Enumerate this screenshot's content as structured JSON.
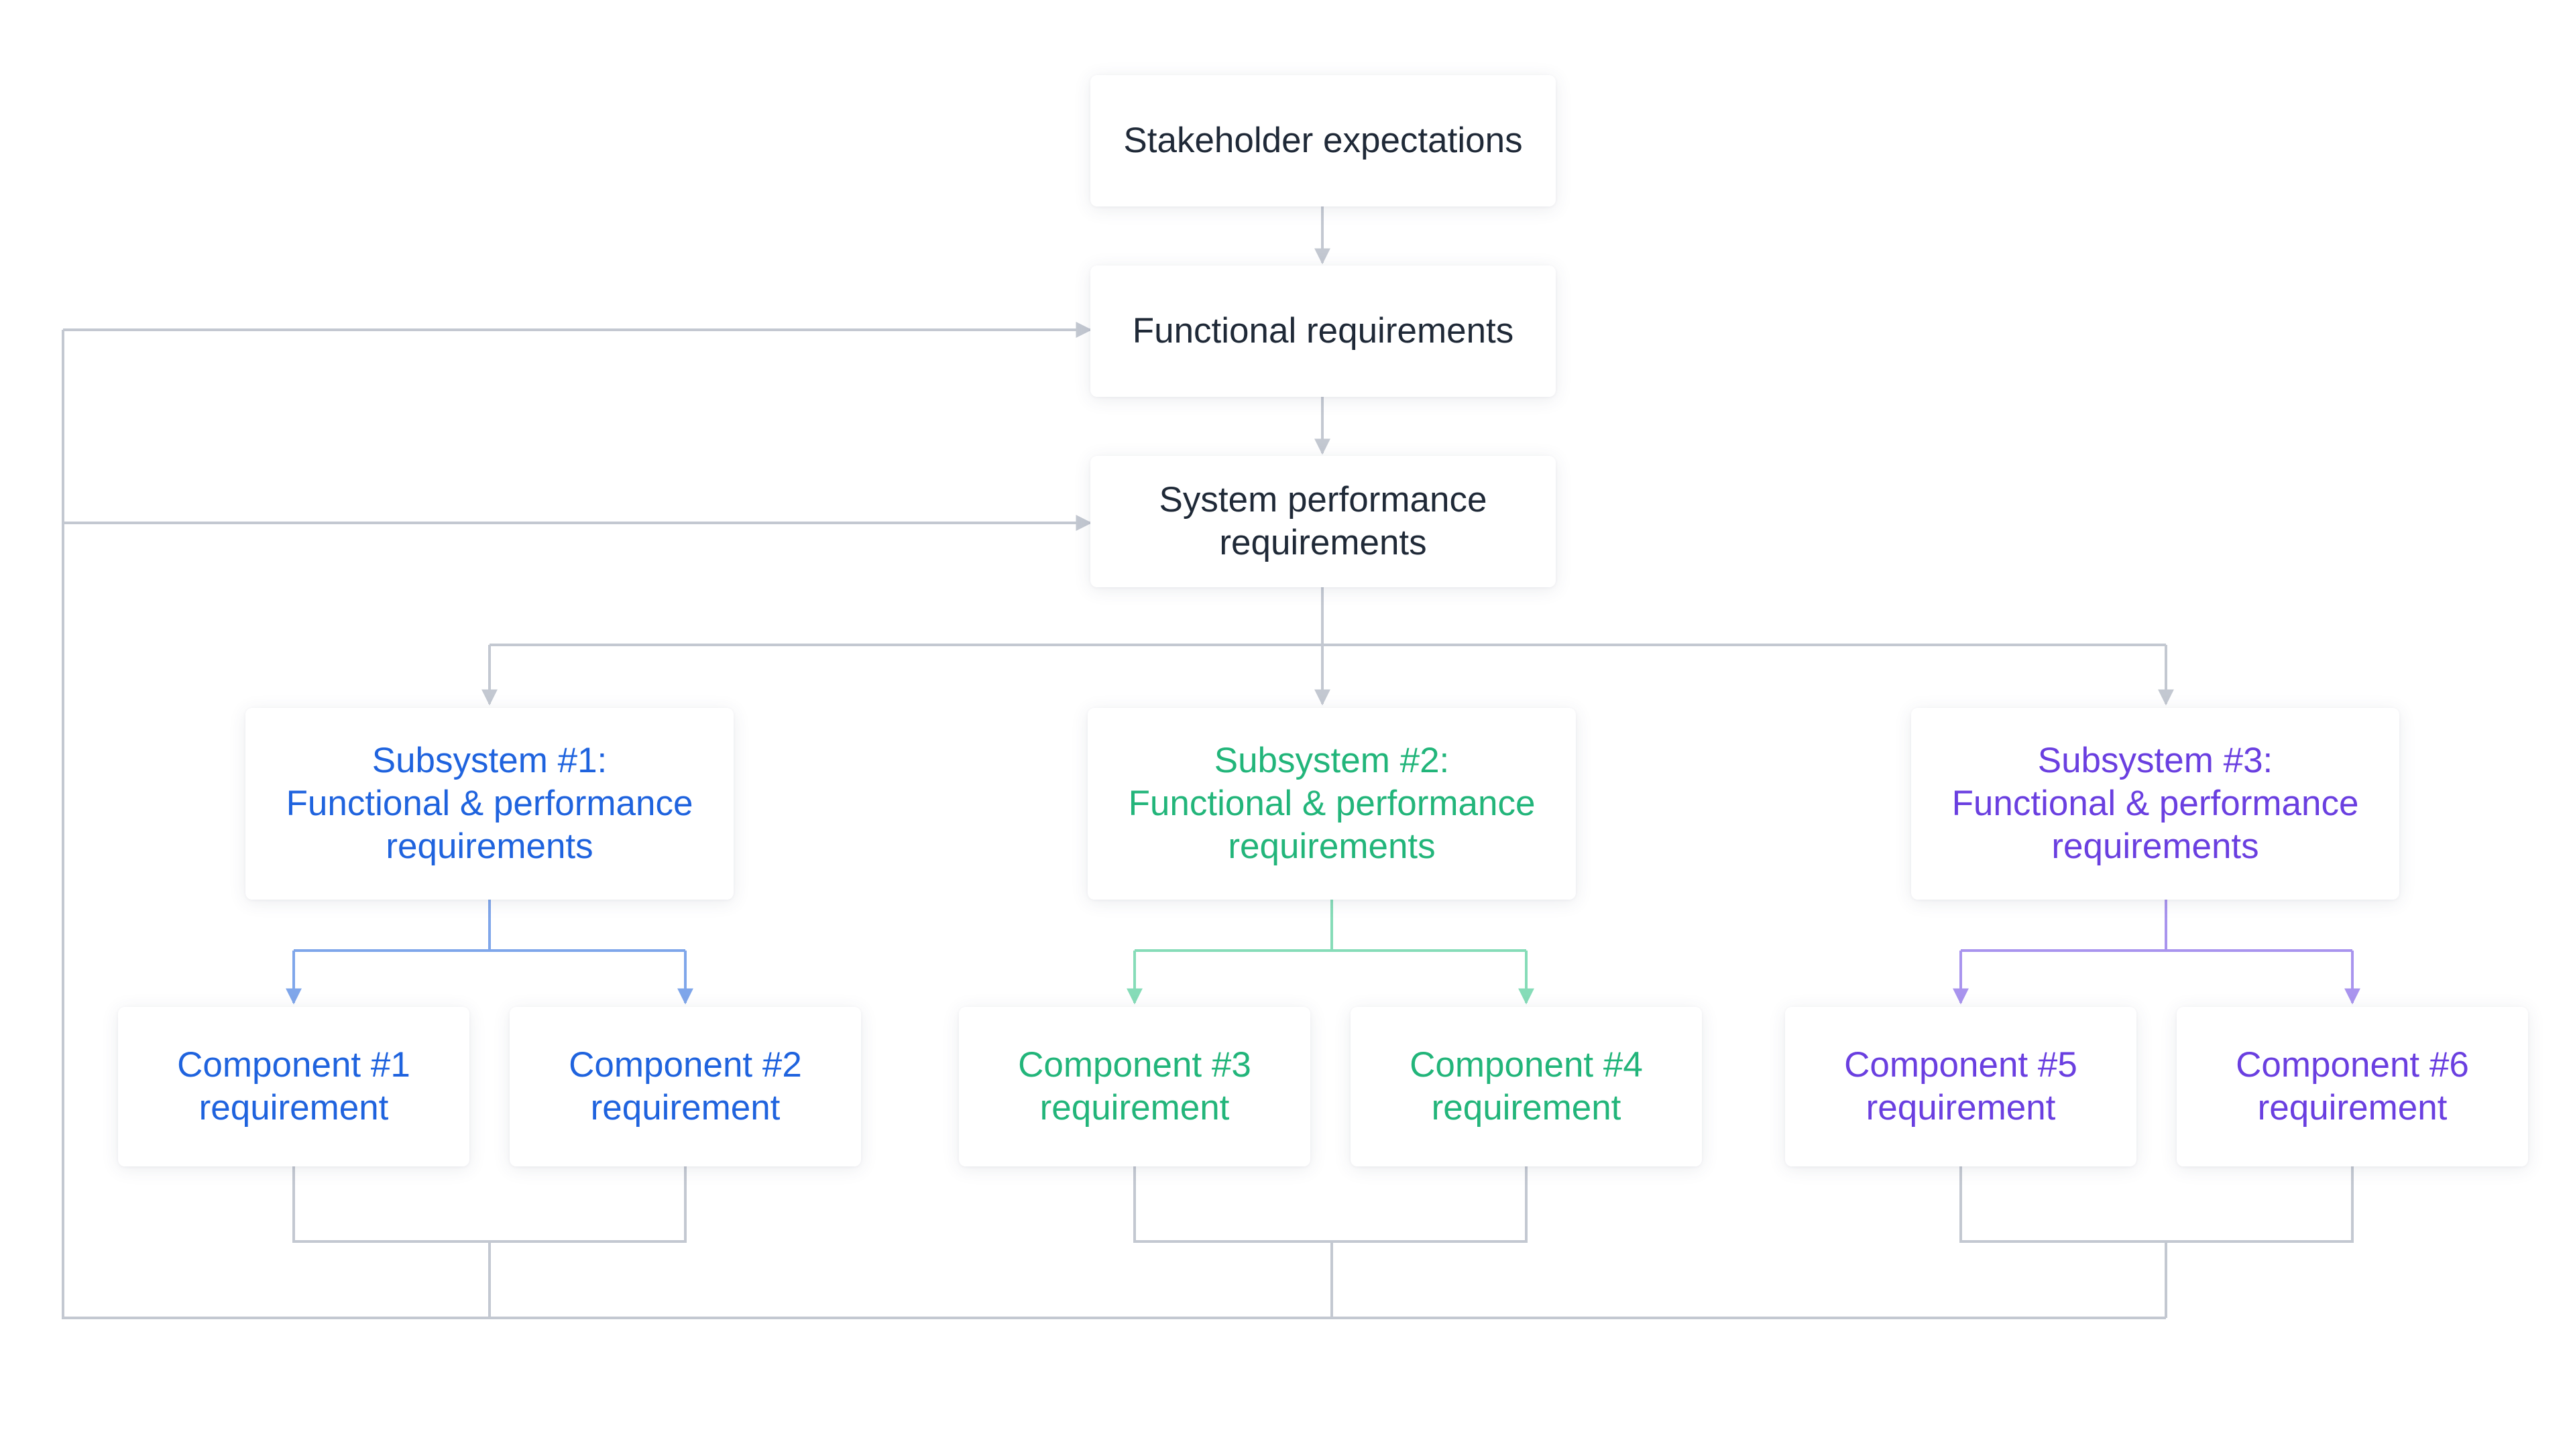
{
  "colors": {
    "text_dark": "#1f2937",
    "subsystem_1": "#1f63de",
    "subsystem_2": "#22b57a",
    "subsystem_3": "#6a3fe0",
    "connector_gray": "#c3c8d1",
    "connector_blue": "#7fa6ea",
    "connector_green": "#86dcb8",
    "connector_purple": "#a994ee"
  },
  "top": {
    "stakeholder": "Stakeholder expectations",
    "functional": "Functional requirements",
    "system_performance": "System performance\nrequirements"
  },
  "subsystems": [
    {
      "label": "Subsystem #1:\nFunctional & performance\nrequirements"
    },
    {
      "label": "Subsystem #2:\nFunctional & performance\nrequirements"
    },
    {
      "label": "Subsystem #3:\nFunctional & performance\nrequirements"
    }
  ],
  "components": [
    {
      "label": "Component #1\nrequirement"
    },
    {
      "label": "Component #2\nrequirement"
    },
    {
      "label": "Component #3\nrequirement"
    },
    {
      "label": "Component #4\nrequirement"
    },
    {
      "label": "Component #5\nrequirement"
    },
    {
      "label": "Component #6\nrequirement"
    }
  ]
}
